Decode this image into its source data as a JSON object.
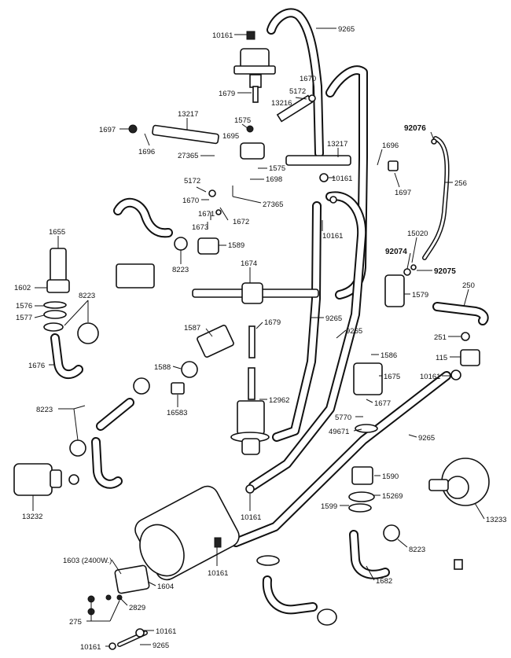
{
  "parts": {
    "p9265_a": "9265",
    "p10161_a": "10161",
    "p1670_a": "1670",
    "p5172_a": "5172",
    "p13216": "13216",
    "p1679_a": "1679",
    "p13217_a": "13217",
    "p1697_a": "1697",
    "p1575_a": "1575",
    "p1695": "1695",
    "p1696_a": "1696",
    "p27365_a": "27365",
    "p1575_b": "1575",
    "p1698": "1698",
    "p13217_b": "13217",
    "p1696_b": "1696",
    "p92076": "92076",
    "p10161_b": "10161",
    "p1697_b": "1697",
    "p256": "256",
    "p5172_b": "5172",
    "p1670_b": "1670",
    "p27365_b": "27365",
    "p1671": "1671",
    "p1672": "1672",
    "p10161_c": "10161",
    "p1673": "1673",
    "p1655": "1655",
    "p1589": "1589",
    "p15020": "15020",
    "p92074": "92074",
    "p92075": "92075",
    "p8223_a": "8223",
    "p1674": "1674",
    "p1602": "1602",
    "p1579": "1579",
    "p8223_b": "8223",
    "p1576": "1576",
    "p1577": "1577",
    "p250": "250",
    "p9265_b": "9265",
    "p1587": "1587",
    "p1679_b": "1679",
    "p9265_c": "9265",
    "p251": "251",
    "p1676": "1676",
    "p1586": "1586",
    "p115": "115",
    "p10161_d": "10161",
    "p1588": "1588",
    "p1675": "1675",
    "p16583": "16583",
    "p12962": "12962",
    "p1677": "1677",
    "p8223_c": "8223",
    "p5770": "5770",
    "p49671": "49671",
    "p9265_d": "9265",
    "p1590": "1590",
    "p13232": "13232",
    "p1599": "1599",
    "p15269": "15269",
    "p10161_e": "10161",
    "p13233": "13233",
    "p8223_d": "8223",
    "p1603": "1603 (2400W.)",
    "p10161_f": "10161",
    "p1604": "1604",
    "p1682": "1682",
    "p275": "275",
    "p2829": "2829",
    "p10161_g": "10161",
    "p10161_h": "10161",
    "p9265_e": "9265"
  }
}
